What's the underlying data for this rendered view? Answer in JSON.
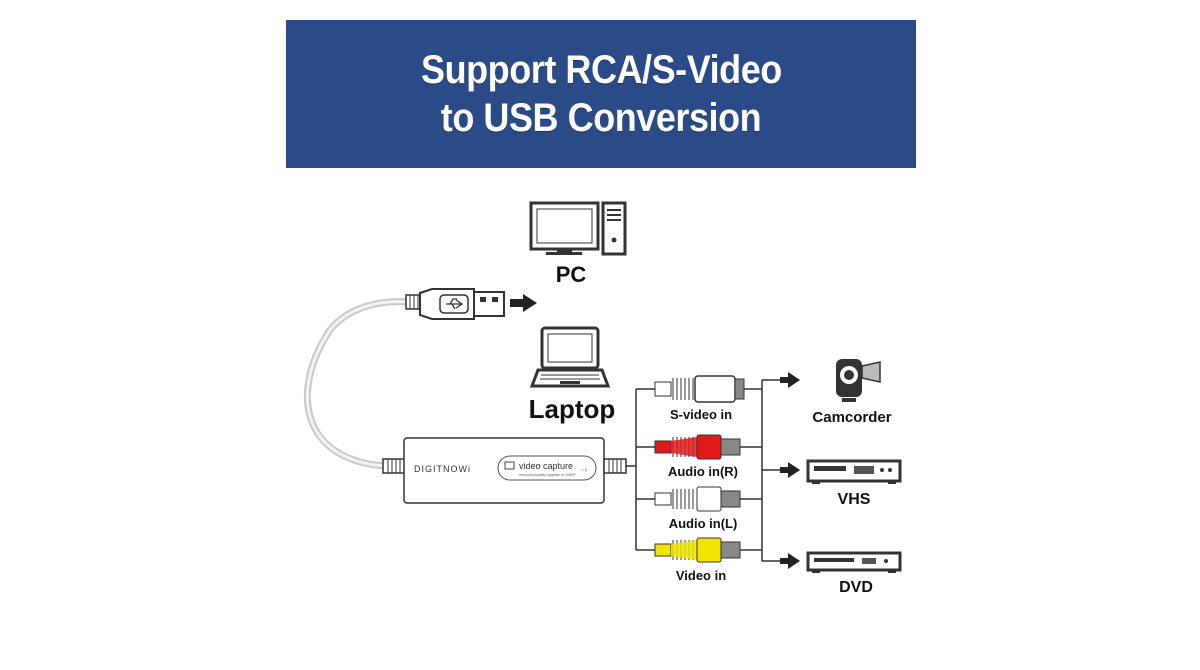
{
  "banner": {
    "line1": "Support RCA/S-Video",
    "line2": "to USB Conversion",
    "color": "#2b4a88"
  },
  "devices": {
    "pc": "PC",
    "laptop": "Laptop",
    "camcorder": "Camcorder",
    "vhs": "VHS",
    "dvd": "DVD"
  },
  "capture_box": {
    "brand": "DIGITNOWi",
    "badge": "video capture",
    "badge_sub": "resolution/quality upgrade to 1080P"
  },
  "inputs": {
    "svideo": "S-video in",
    "audio_r": "Audio in(R)",
    "audio_l": "Audio in(L)",
    "video": "Video in"
  },
  "colors": {
    "audio_r": "#e01a1a",
    "audio_l": "#ffffff",
    "video": "#f0e400",
    "svideo": "#ffffff"
  }
}
